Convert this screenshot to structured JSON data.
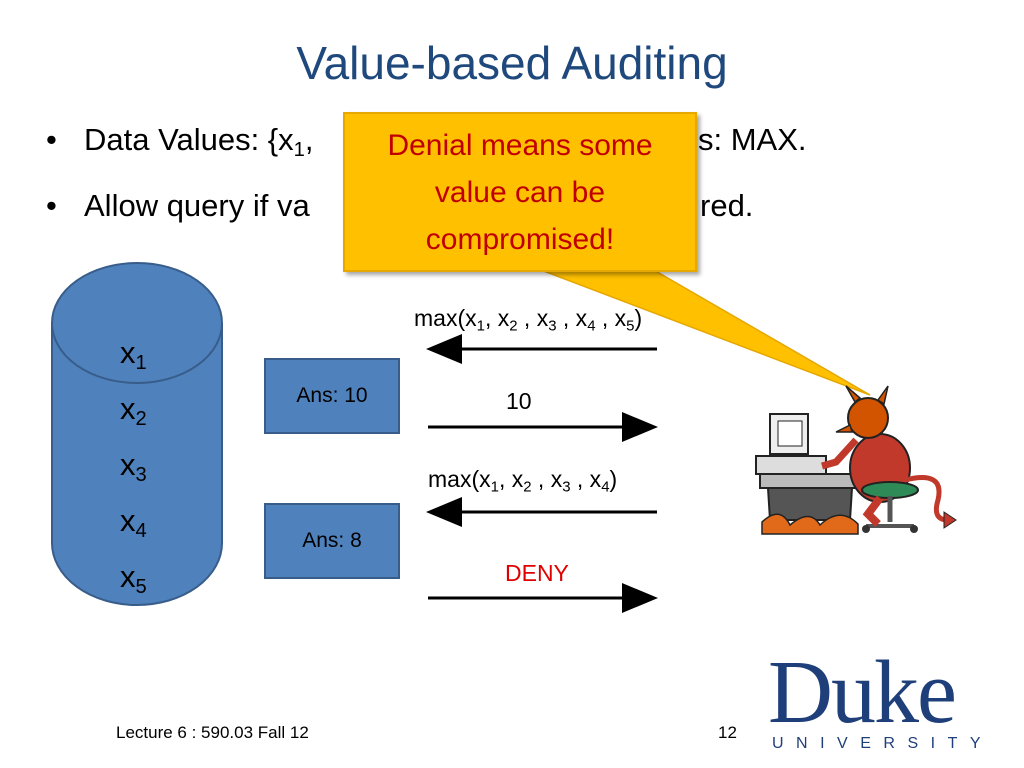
{
  "slide": {
    "title": "Value-based Auditing",
    "bullets": [
      {
        "prefix": "Data Values: {x",
        "visible_tail": "s: MAX."
      },
      {
        "prefix": "Allow query if va",
        "visible_tail": "red."
      }
    ],
    "callout": "Denial means some value can be compromised!",
    "database_values": [
      "x",
      "x",
      "x",
      "x",
      "x"
    ],
    "database_subscripts": [
      "1",
      "2",
      "3",
      "4",
      "5"
    ],
    "answers": [
      "Ans: 10",
      "Ans: 8"
    ],
    "query1": {
      "text": "max(x",
      "subs": [
        "1",
        "2",
        "3",
        "4",
        "5"
      ]
    },
    "response1": "10",
    "query2": {
      "text": "max(x",
      "subs": [
        "1",
        "2",
        "3",
        "4"
      ]
    },
    "response2": "DENY",
    "footer_left": "Lecture 6 : 590.03 Fall 12",
    "page_number": "12",
    "logo_word": "Duke",
    "logo_sub": "UNIVERSITY"
  },
  "colors": {
    "title": "#1f497d",
    "callout_bg": "#ffc000",
    "callout_text": "#c00000",
    "shape_fill": "#4f81bd",
    "deny": "#e00000"
  }
}
